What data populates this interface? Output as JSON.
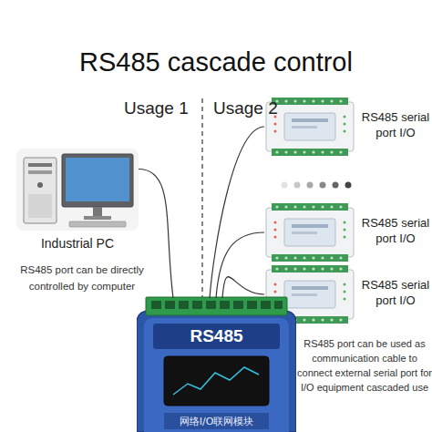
{
  "diagram": {
    "title": "RS485 cascade control",
    "nodes": [
      {
        "text": [
          "Industrial PC"
        ]
      },
      {
        "text": [
          "RS485 serial port I/O"
        ]
      },
      {
        "text": [
          "RS485 serial port I/O"
        ]
      },
      {
        "text": [
          "RS485 serial port I/O"
        ]
      },
      {
        "text": [
          "RS485",
          "网络I/O联网模块"
        ]
      }
    ],
    "edges": [
      {
        "from": 0,
        "to": 4,
        "arrow": "none"
      },
      {
        "from": 1,
        "to": 4,
        "arrow": "none"
      },
      {
        "from": 2,
        "to": 4,
        "arrow": "none"
      },
      {
        "from": 3,
        "to": 4,
        "arrow": "none"
      }
    ],
    "labels": [
      "Usage 1",
      "Usage 2",
      "RS485 port can be directly controlled by computer",
      "RS485 port can be used as communication cable to connect external serial port for I/O equipment cascaded use"
    ]
  }
}
